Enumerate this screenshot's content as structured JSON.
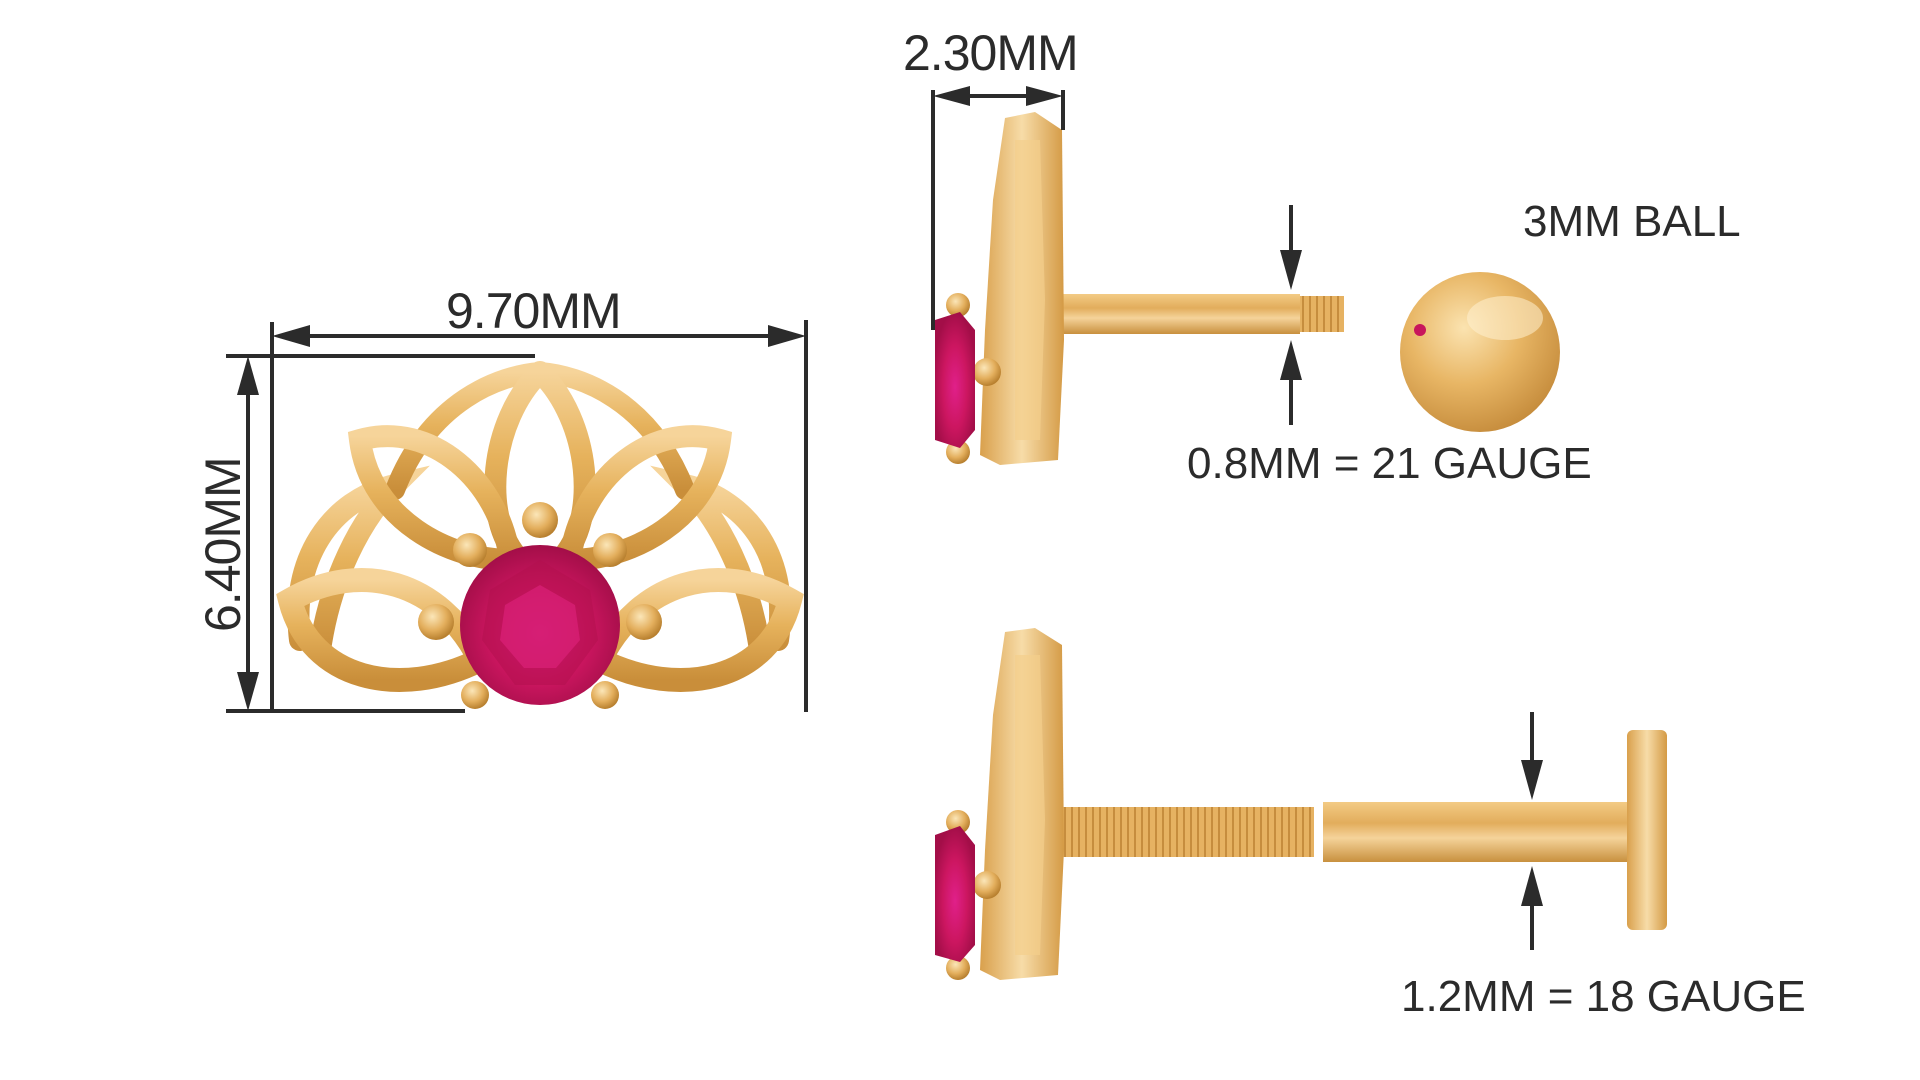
{
  "diagram": {
    "title": "Earring dimension diagram",
    "colors": {
      "gold": "#E6B25C",
      "gold_dark": "#C98E3A",
      "gold_light": "#F6D9A0",
      "ruby": "#D0185E",
      "ruby_dark": "#9E0E45",
      "dimension_line": "#2b2b2b",
      "background": "#FFFFFF"
    },
    "front_view": {
      "width_label": "9.70MM",
      "height_label": "6.40MM",
      "stone": "round ruby, 4-prong set",
      "motif": "open-petal lotus / fan"
    },
    "side_view_ball": {
      "depth_label": "2.30MM",
      "ball_label": "3MM BALL",
      "post_label": "0.8MM = 21 GAUGE"
    },
    "side_view_flat": {
      "post_label": "1.2MM = 18 GAUGE"
    }
  }
}
